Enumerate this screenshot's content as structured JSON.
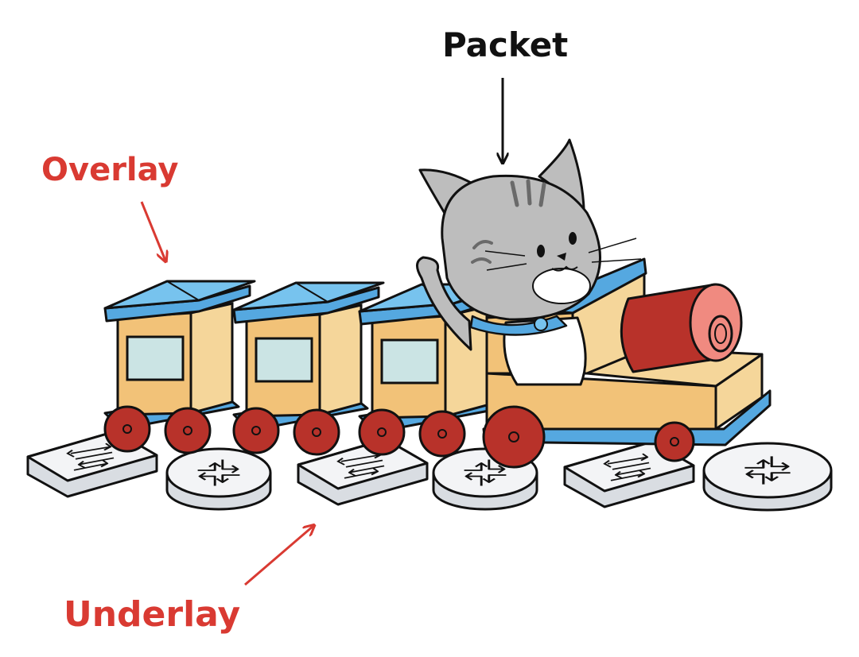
{
  "labels": {
    "packet": "Packet",
    "overlay": "Overlay",
    "underlay": "Underlay"
  },
  "colors": {
    "annotation_red": "#d93a32",
    "annotation_black": "#111111",
    "car_roof": "#77c3ee",
    "car_body": "#f2c278",
    "car_window": "#cbe4e4",
    "car_base": "#55a8e0",
    "wheel": "#b8322a",
    "boiler": "#b8322a",
    "boiler_face": "#f08a80",
    "cat_fur": "#bdbdbd",
    "router_device": "#eef0f2"
  },
  "icons": {
    "packet_figure": "cat-icon",
    "overlay_cars": "train-car-icon",
    "underlay_devices": [
      "switch-icon",
      "router-icon"
    ]
  }
}
